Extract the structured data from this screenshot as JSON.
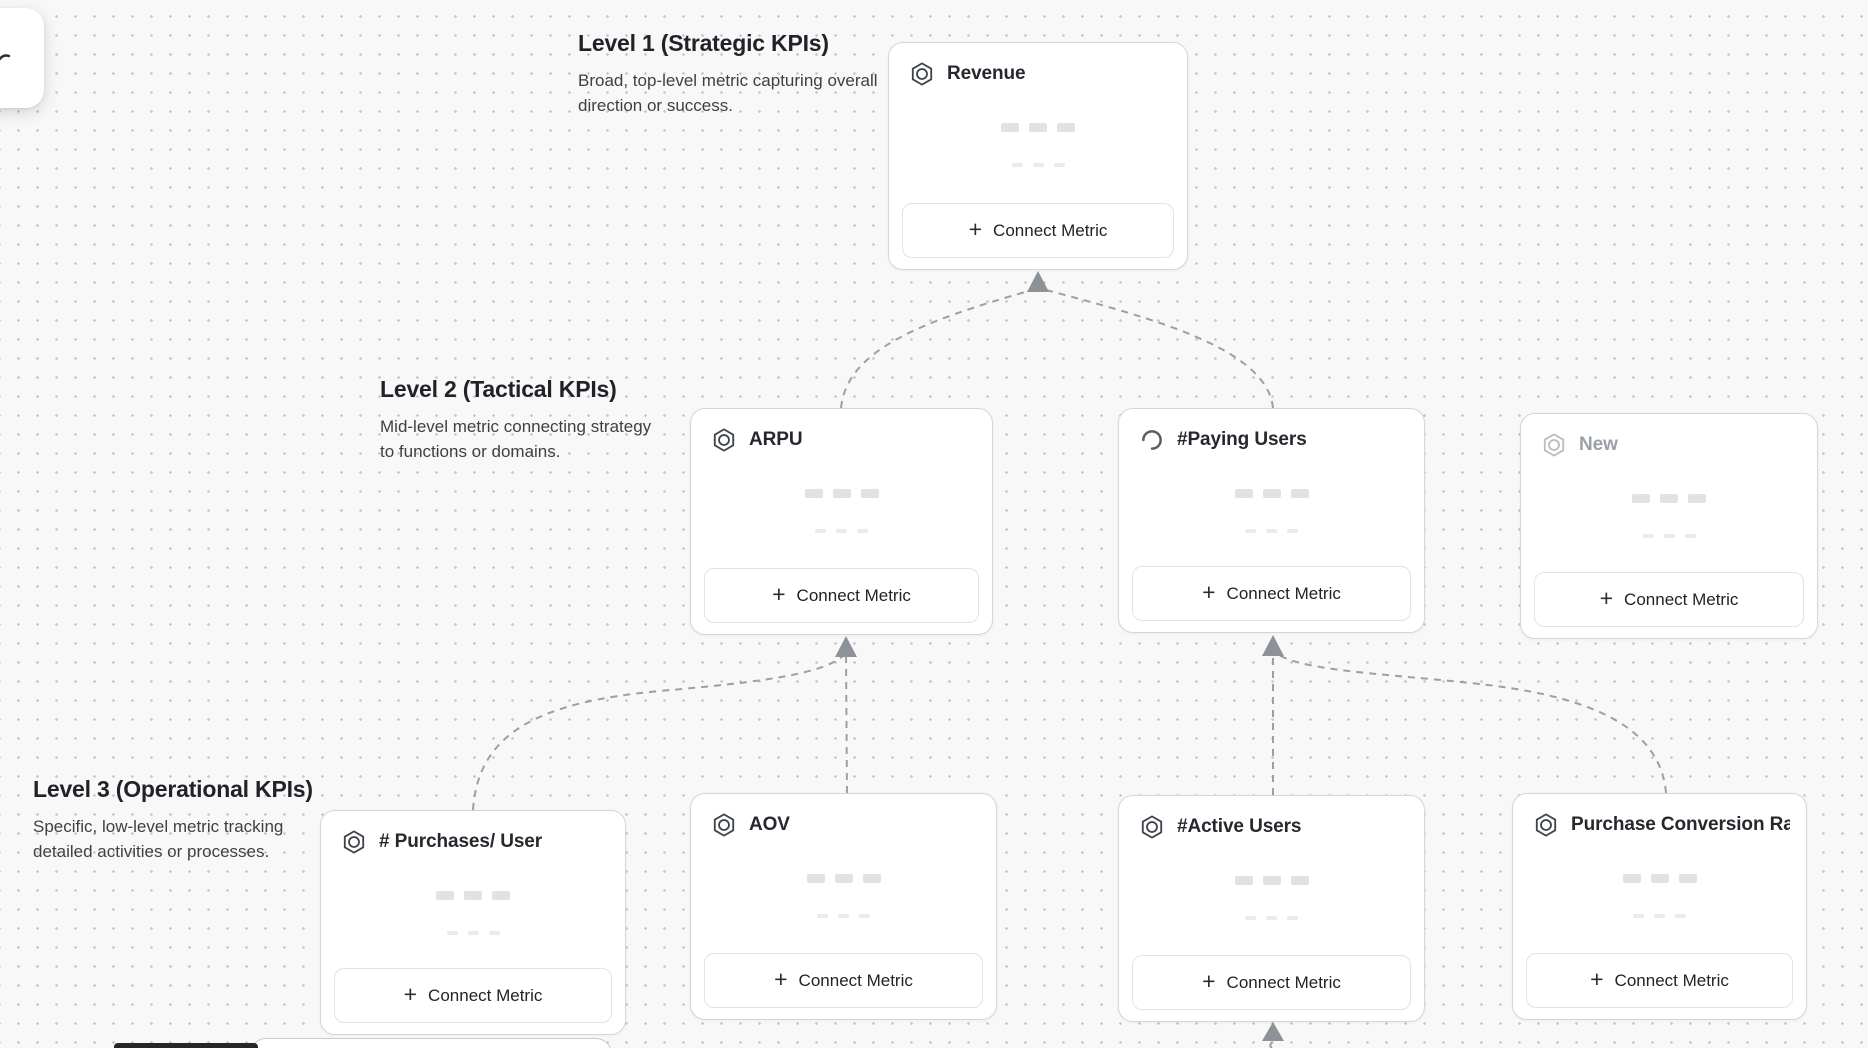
{
  "app": {
    "view": "kpi-tree-canvas"
  },
  "colors": {
    "canvas_bg": "#f8f8f9",
    "dot_grid": "#c8c9cd",
    "card_border": "#d5d6da",
    "connector_dash": "#9aa0a6",
    "muted_title": "#9ba0a6",
    "text_dark": "#1f2227"
  },
  "labels": {
    "connect_metric": "Connect Metric",
    "plus": "+"
  },
  "levels": [
    {
      "title": "Level 1 (Strategic KPIs)",
      "description": "Broad, top-level metric capturing overall direction or success."
    },
    {
      "title": "Level 2 (Tactical KPIs)",
      "description": "Mid-level metric connecting strategy to functions or domains."
    },
    {
      "title": "Level 3 (Operational KPIs)",
      "description": "Specific, low-level metric tracking detailed activities or processes."
    }
  ],
  "cards": [
    {
      "title": "Revenue",
      "level": 1,
      "icon": "metric-hexagon-icon",
      "state": "default"
    },
    {
      "title": "ARPU",
      "level": 2,
      "icon": "metric-hexagon-icon",
      "state": "default"
    },
    {
      "title": "#Paying Users",
      "level": 2,
      "icon": "spinner-icon",
      "state": "loading"
    },
    {
      "title": "New",
      "level": 2,
      "icon": "metric-hexagon-icon",
      "state": "draft"
    },
    {
      "title": "# Purchases/ User",
      "level": 3,
      "icon": "metric-hexagon-icon",
      "state": "default"
    },
    {
      "title": "AOV",
      "level": 3,
      "icon": "metric-hexagon-icon",
      "state": "default"
    },
    {
      "title": "#Active Users",
      "level": 3,
      "icon": "metric-hexagon-icon",
      "state": "default"
    },
    {
      "title": "Purchase Conversion Rate",
      "level": 3,
      "icon": "metric-hexagon-icon",
      "state": "default"
    }
  ],
  "connections": [
    {
      "from": "ARPU",
      "to": "Revenue"
    },
    {
      "from": "#Paying Users",
      "to": "Revenue"
    },
    {
      "from": "# Purchases/ User",
      "to": "ARPU"
    },
    {
      "from": "AOV",
      "to": "ARPU"
    },
    {
      "from": "#Active Users",
      "to": "#Paying Users"
    },
    {
      "from": "Purchase Conversion Rate",
      "to": "#Paying Users"
    },
    {
      "from": "(offscreen card)",
      "to": "#Active Users"
    }
  ]
}
